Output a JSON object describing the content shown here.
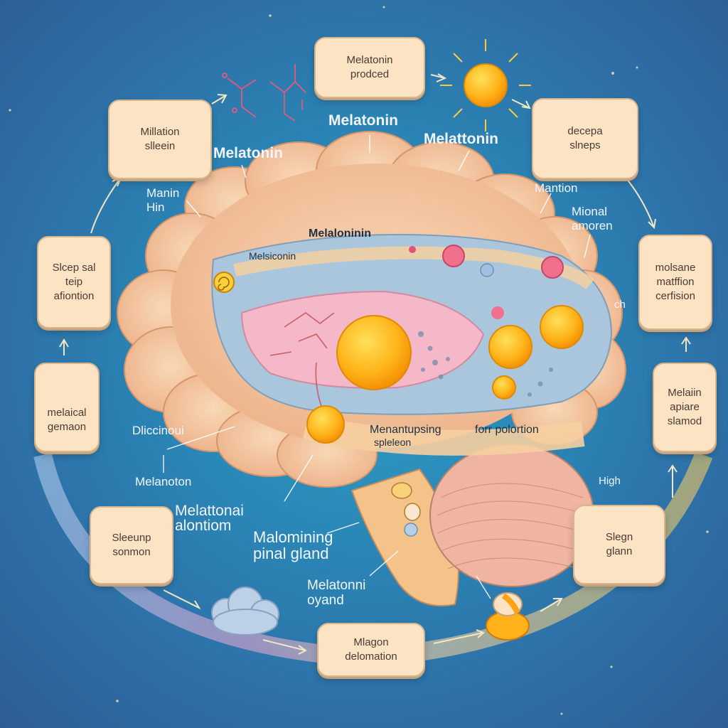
{
  "boxes": {
    "top_center": "Melatonin\nprodced",
    "top_left": "Millation\nslleein",
    "top_right": "decepa\nslneps",
    "left_upper": "Slcep sal\nteip\nafiontion",
    "right_upper": "molsane\nmatffion\ncerfision",
    "left_lower": "melaical\ngemaon",
    "right_lower": "Melaiin\napiare\nslamod",
    "bottom_left": "Sleeunp\nsonmon",
    "bottom_right": "Slegn\nglann",
    "bottom_center": "Mlagon\ndelomation"
  },
  "labels": {
    "melatonin_top": "Melatonin",
    "melatonin_left": "Melatonin",
    "melattonin_right": "Melattonin",
    "manin_hin": "Manin\nHin",
    "mantion": "Mantion",
    "mional_amoren": "Mional\namoren",
    "melaloninin": "Melaloninin",
    "melsiconin": "Melsiconin",
    "ch": "ch",
    "dliccinoui": "Dliccinoui",
    "menantupsing": "Menantupsing",
    "forr_polortion": "forr polortion",
    "spleleon": "spleleon",
    "melanoton": "Melanoton",
    "high": "High",
    "melattonai": "Melattonai\nalontiom",
    "malomining": "Malomining\npinal gland",
    "melatonni": "Melatonni\noyand"
  },
  "colors": {
    "background": "#2a86b6",
    "box_fill": "#fbe3c4",
    "brain": "#f4c6a0",
    "sun": "#ffb21a"
  },
  "icons": {
    "sun": "sun-icon",
    "molecule": "molecule-icon",
    "cloud": "cloud-icon",
    "pill": "pill-icon"
  }
}
